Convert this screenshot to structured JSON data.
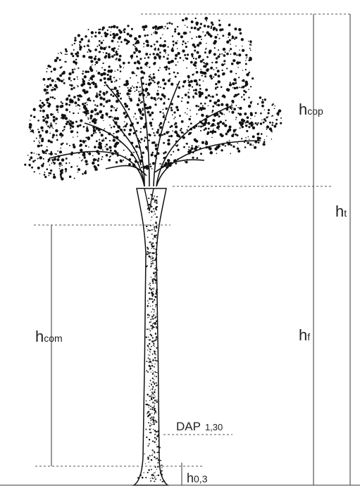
{
  "labels": {
    "h_cop": {
      "base": "h",
      "sub": "cop"
    },
    "h_t": {
      "base": "h",
      "sub": "t"
    },
    "h_com": {
      "base": "h",
      "sub": "com"
    },
    "h_f": {
      "base": "h",
      "sub": "f"
    },
    "dap": {
      "base": "DAP",
      "sub": "1,30"
    },
    "h_03": {
      "base": "h",
      "sub": "0,3"
    }
  },
  "colors": {
    "ink": "#111111",
    "line": "#444444"
  },
  "illustration": "tree-drawing"
}
